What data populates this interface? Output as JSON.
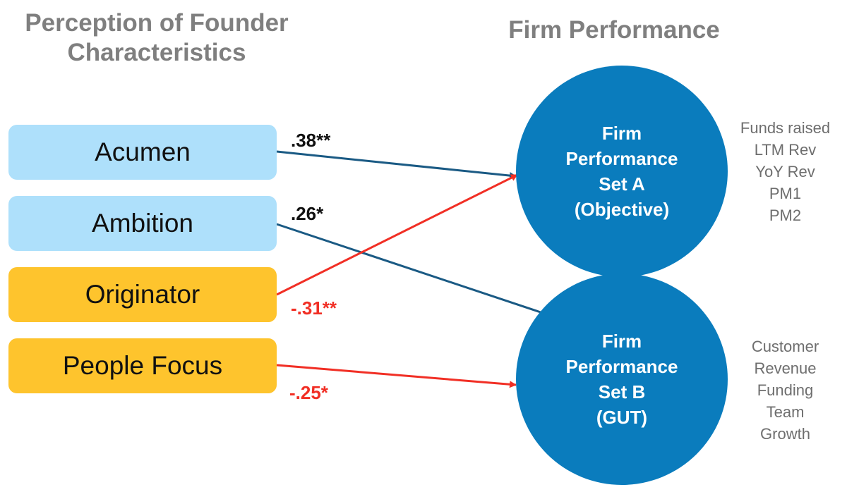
{
  "headings": {
    "left": "Perception of Founder Characteristics",
    "right": "Firm Performance"
  },
  "characteristics": [
    {
      "label": "Acumen",
      "color": "#aee0fb"
    },
    {
      "label": "Ambition",
      "color": "#aee0fb"
    },
    {
      "label": "Originator",
      "color": "#fec42d"
    },
    {
      "label": "People Focus",
      "color": "#fec42d"
    }
  ],
  "outcomes": {
    "set_a": {
      "lines": [
        "Firm",
        "Performance",
        "Set A",
        "(Objective)"
      ],
      "metrics": [
        "Funds raised",
        "LTM Rev",
        "YoY Rev",
        "PM1",
        "PM2"
      ]
    },
    "set_b": {
      "lines": [
        "Firm",
        "Performance",
        "Set B",
        "(GUT)"
      ],
      "metrics": [
        "Customer",
        "Revenue",
        "Funding",
        "Team",
        "Growth"
      ]
    }
  },
  "paths": [
    {
      "from": "Acumen",
      "to": "Firm Performance Set A",
      "coefficient": ".38**",
      "sign": "positive"
    },
    {
      "from": "Ambition",
      "to": "Firm Performance Set B",
      "coefficient": ".26*",
      "sign": "positive"
    },
    {
      "from": "Originator",
      "to": "Firm Performance Set A",
      "coefficient": "-.31**",
      "sign": "negative"
    },
    {
      "from": "People Focus",
      "to": "Firm Performance Set B",
      "coefficient": "-.25*",
      "sign": "negative"
    }
  ],
  "colors": {
    "positive_arrow": "#1a5a84",
    "negative_arrow": "#f12f25",
    "circle": "#0a7cbd"
  }
}
